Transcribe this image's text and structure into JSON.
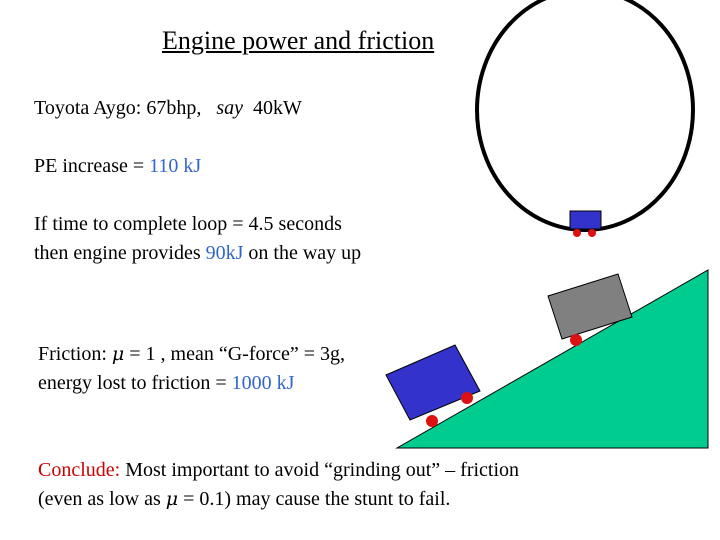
{
  "title": "Engine power and friction",
  "lines": {
    "car": {
      "prefix": "Toyota Aygo:  67bhp,",
      "say": "say",
      "power": "40kW"
    },
    "pe": {
      "prefix": "PE increase = ",
      "value": "110 kJ"
    },
    "time1": "If time to complete loop = 4.5 seconds",
    "time2": {
      "prefix": "then engine provides ",
      "value": "90kJ",
      "suffix": " on the way up"
    },
    "friction1": {
      "prefix": "Friction: ",
      "mu": "μ",
      "suffix": " = 1 , mean “G-force” = 3g,"
    },
    "friction2": {
      "prefix": "energy lost to friction = ",
      "value": "1000 kJ"
    },
    "conclude1": {
      "label": "Conclude:",
      "text": "  Most important to avoid “grinding out” – friction"
    },
    "conclude2": {
      "prefix": "(even as low as  ",
      "mu": "μ",
      "suffix": " = 0.1) may cause the stunt to fail."
    }
  },
  "colors": {
    "blue_text": "#3366cc",
    "red_text": "#cc0000",
    "ramp": "#00cc8f",
    "car_blue": "#3333cc",
    "car_gray": "#808080",
    "wheel": "#dd1111"
  }
}
